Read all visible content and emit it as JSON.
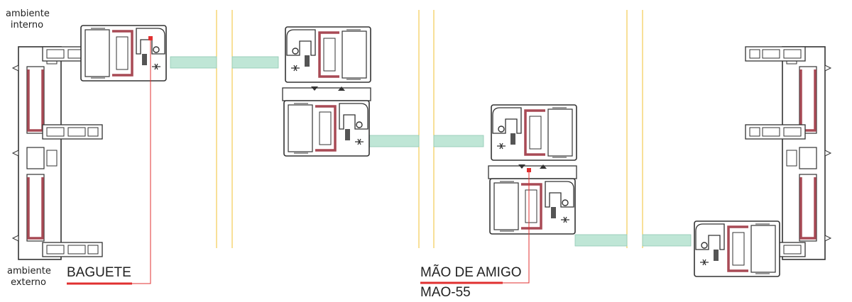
{
  "labels": {
    "interior": "ambiente\ninterno",
    "exterior": "ambiente\nexterno",
    "baguete": "BAGUETE",
    "mao_de_amigo": "MÃO DE AMIGO",
    "mao_code": "MAO-55"
  },
  "colors": {
    "profile_stroke": "#333333",
    "steel_reinforcement": "#a84a55",
    "glass": "#bfe6d6",
    "gasket": "#555555",
    "guide_line": "#f0c030",
    "callout": "#e03030"
  }
}
